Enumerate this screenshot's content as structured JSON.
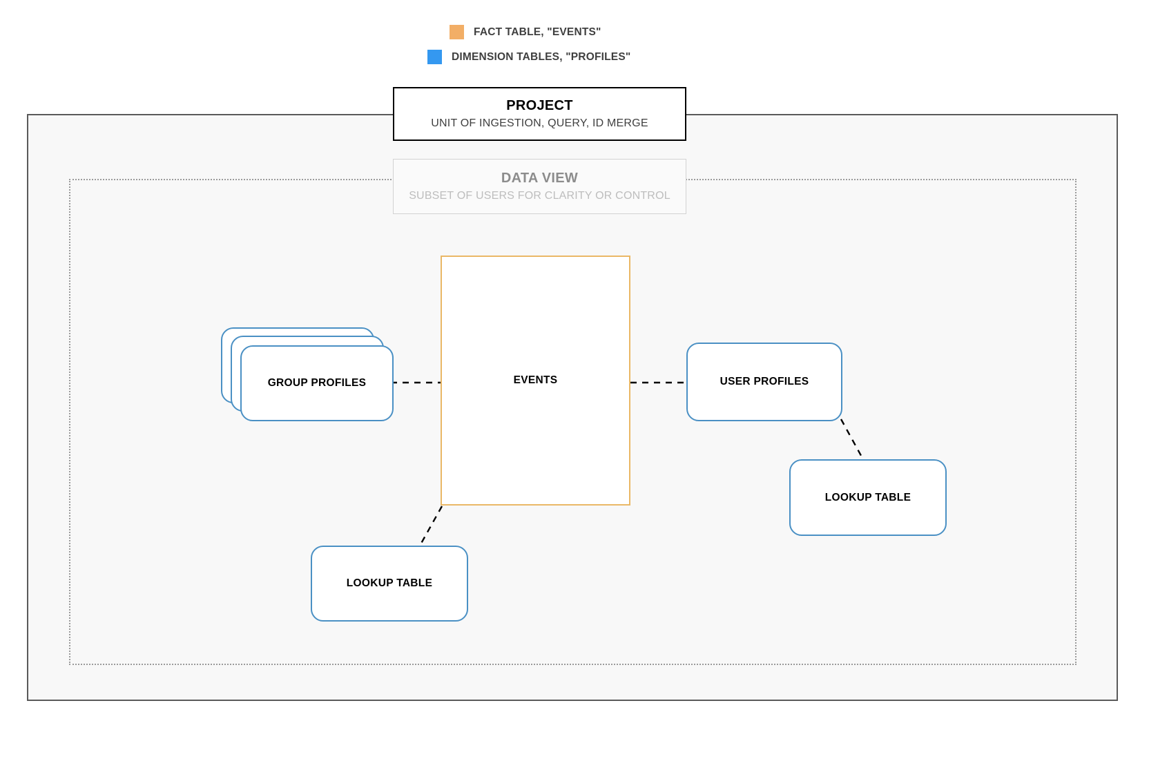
{
  "legend": {
    "items": [
      {
        "label": "FACT TABLE, \"EVENTS\"",
        "color": "#f2ae66",
        "icon": "square-swatch-icon"
      },
      {
        "label": "DIMENSION TABLES, \"PROFILES\"",
        "color": "#3498f0",
        "icon": "square-swatch-icon"
      }
    ]
  },
  "project": {
    "title": "PROJECT",
    "subtitle": "UNIT OF INGESTION, QUERY, ID MERGE",
    "border_color": "#000000",
    "container_fill": "#f8f8f8",
    "container_border": "#5a5a5a"
  },
  "data_view": {
    "title": "DATA VIEW",
    "subtitle": "SUBSET OF USERS FOR CLARITY OR CONTROL",
    "border_color": "#d2d2d2",
    "container_border": "#9a9a9a"
  },
  "nodes": {
    "events": {
      "label": "EVENTS",
      "type": "fact-table",
      "color": "#eab866"
    },
    "group_profiles": {
      "label": "GROUP PROFILES",
      "type": "dimension-table-stack",
      "color": "#4a90c4",
      "stack_count": 3
    },
    "user_profiles": {
      "label": "USER PROFILES",
      "type": "dimension-table",
      "color": "#4a90c4"
    },
    "lookup_table_left": {
      "label": "LOOKUP TABLE",
      "type": "dimension-table",
      "color": "#4a90c4"
    },
    "lookup_table_right": {
      "label": "LOOKUP TABLE",
      "type": "dimension-table",
      "color": "#4a90c4"
    }
  },
  "connectors": {
    "style": "dashed",
    "color": "#000000",
    "links": [
      {
        "from": "group_profiles",
        "to": "events"
      },
      {
        "from": "events",
        "to": "user_profiles"
      },
      {
        "from": "events",
        "to": "lookup_table_left"
      },
      {
        "from": "user_profiles",
        "to": "lookup_table_right"
      }
    ]
  }
}
